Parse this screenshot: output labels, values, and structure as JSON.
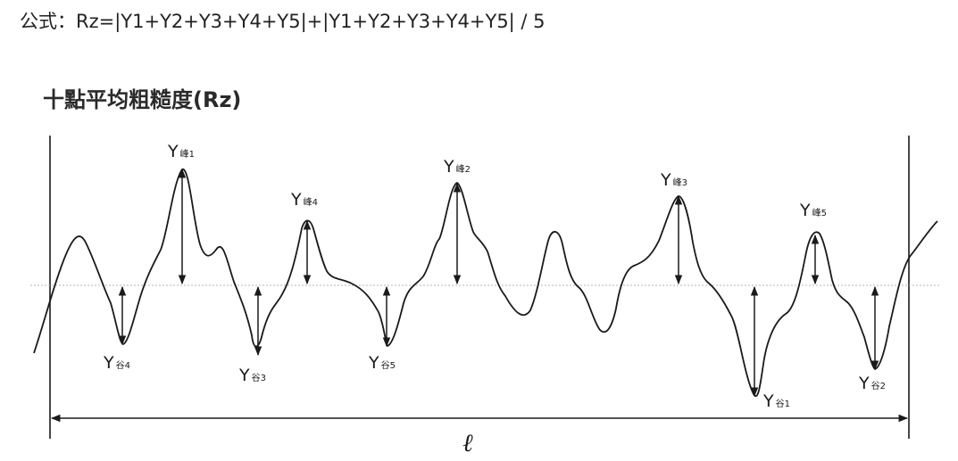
{
  "formula": "公式：Rz=|Y1+Y2+Y3+Y4+Y5|+|Y1+Y2+Y3+Y4+Y5| / 5",
  "figure": {
    "title": "十點平均粗糙度(Rz)",
    "length_symbol": "ℓ",
    "peak_labels": [
      {
        "main": "Y",
        "sub": "峰1"
      },
      {
        "main": "Y",
        "sub": "峰4"
      },
      {
        "main": "Y",
        "sub": "峰2"
      },
      {
        "main": "Y",
        "sub": "峰3"
      },
      {
        "main": "Y",
        "sub": "峰5"
      }
    ],
    "valley_labels": [
      {
        "main": "Y",
        "sub": "谷4"
      },
      {
        "main": "Y",
        "sub": "谷3"
      },
      {
        "main": "Y",
        "sub": "谷5"
      },
      {
        "main": "Y",
        "sub": "谷1"
      },
      {
        "main": "Y",
        "sub": "谷2"
      }
    ]
  }
}
